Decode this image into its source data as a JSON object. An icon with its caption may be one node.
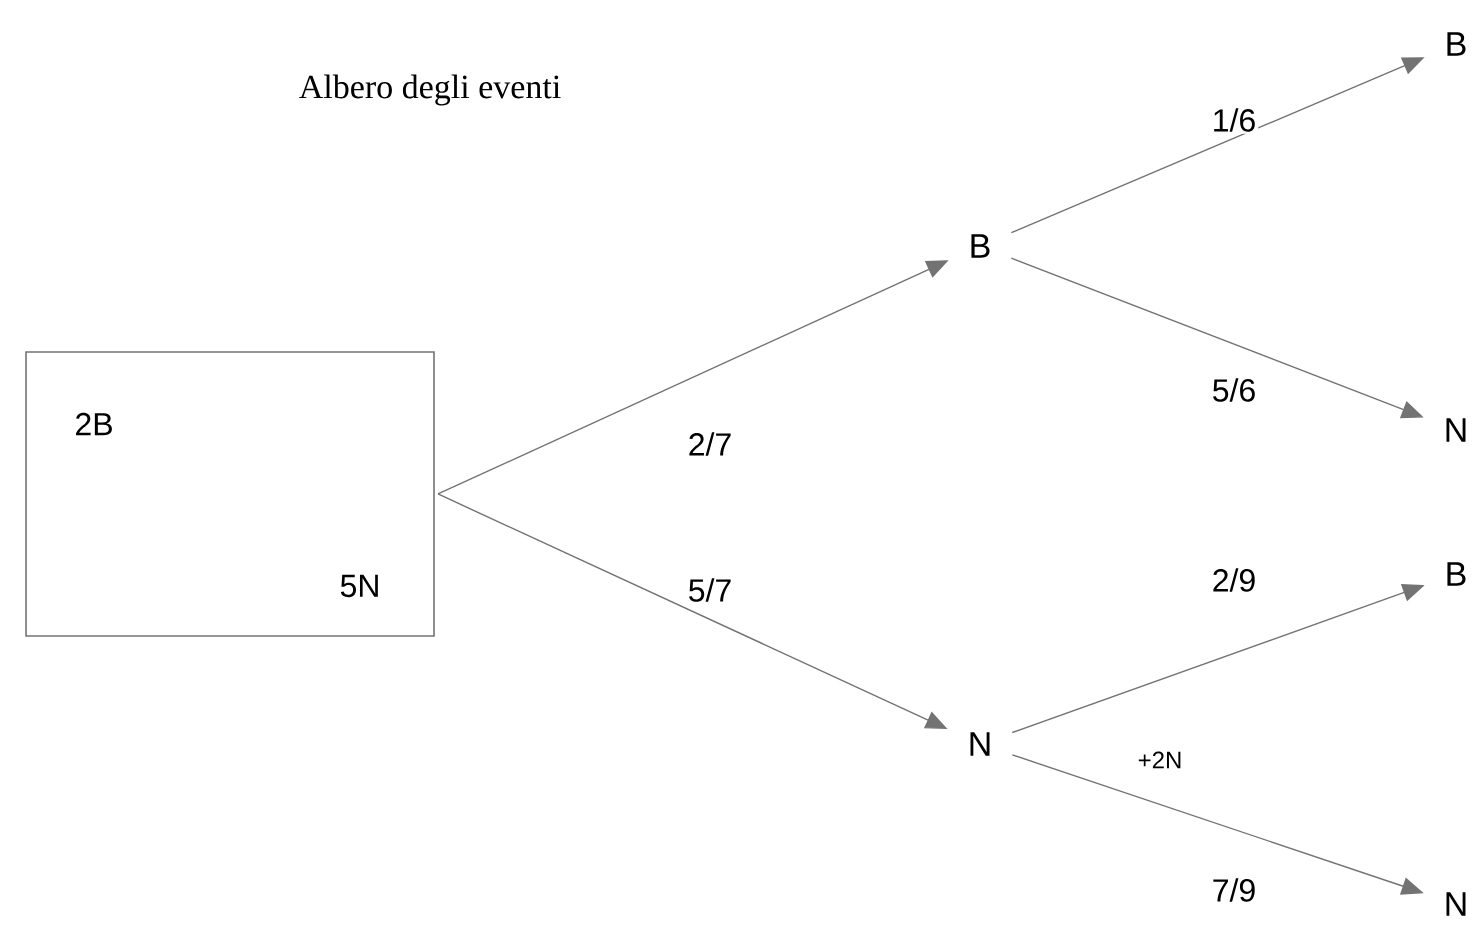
{
  "diagram": {
    "title": "Albero degli eventi",
    "nodes": [
      {
        "text": [
          "2B",
          "5N"
        ]
      },
      {
        "text": [
          "B"
        ]
      },
      {
        "text": [
          "N"
        ]
      },
      {
        "text": [
          "B"
        ]
      },
      {
        "text": [
          "N"
        ]
      },
      {
        "text": [
          "B"
        ]
      },
      {
        "text": [
          "N"
        ]
      }
    ],
    "edges": [
      {
        "from": 0,
        "to": 1,
        "arrow": "to",
        "label": "2/7"
      },
      {
        "from": 0,
        "to": 2,
        "arrow": "to",
        "label": "5/7"
      },
      {
        "from": 1,
        "to": 3,
        "arrow": "to",
        "label": "1/6"
      },
      {
        "from": 1,
        "to": 4,
        "arrow": "to",
        "label": "5/6"
      },
      {
        "from": 2,
        "to": 5,
        "arrow": "to",
        "label": "2/9"
      },
      {
        "from": 2,
        "to": 6,
        "arrow": "to",
        "label": "7/9"
      }
    ],
    "labels": [
      "+2N"
    ]
  }
}
